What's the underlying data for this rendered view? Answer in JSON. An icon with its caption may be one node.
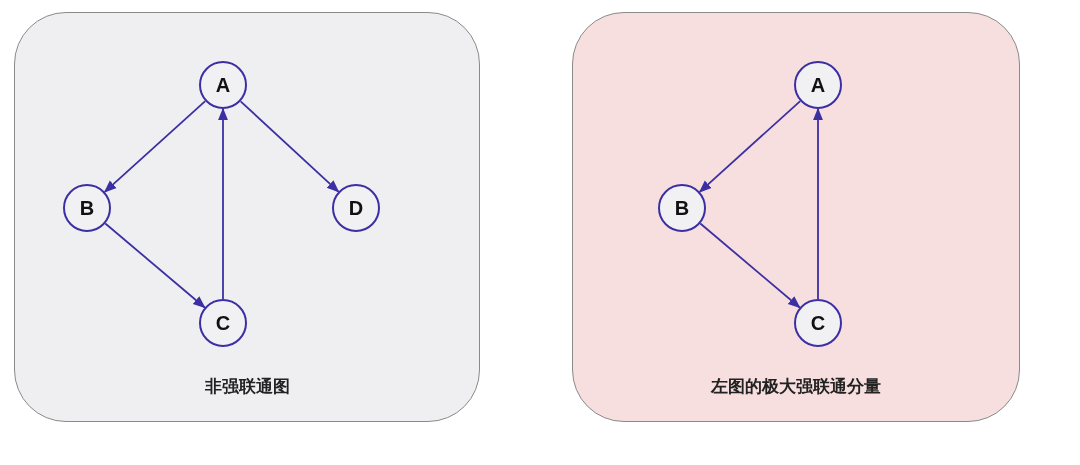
{
  "diagram": {
    "nodes": [
      {
        "text": [
          "非强联通图"
        ]
      },
      {
        "text": [
          "A"
        ],
        "in": 0
      },
      {
        "text": [
          "B"
        ],
        "in": 0
      },
      {
        "text": [
          "C"
        ],
        "in": 0
      },
      {
        "text": [
          "D"
        ],
        "in": 0
      },
      {
        "text": [
          "左图的极大强联通分量"
        ]
      },
      {
        "text": [
          "A"
        ],
        "in": 5
      },
      {
        "text": [
          "B"
        ],
        "in": 5
      },
      {
        "text": [
          "C"
        ],
        "in": 5
      }
    ],
    "edges": [
      {
        "from": 1,
        "to": 2,
        "arrow": "to"
      },
      {
        "from": 2,
        "to": 3,
        "arrow": "to"
      },
      {
        "from": 3,
        "to": 1,
        "arrow": "to"
      },
      {
        "from": 1,
        "to": 4,
        "arrow": "to"
      },
      {
        "from": 6,
        "to": 7,
        "arrow": "to"
      },
      {
        "from": 7,
        "to": 8,
        "arrow": "to"
      },
      {
        "from": 8,
        "to": 6,
        "arrow": "to"
      }
    ]
  }
}
